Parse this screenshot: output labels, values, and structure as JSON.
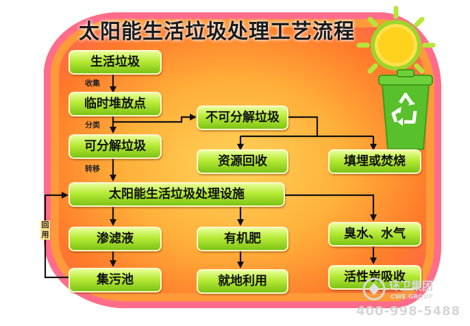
{
  "title": "太阳能生活垃圾处理工艺流程",
  "nodes": {
    "living_garbage": "生活垃圾",
    "temp_pile": "临时堆放点",
    "decomposable": "可分解垃圾",
    "non_decomposable": "不可分解垃圾",
    "resource_recovery": "资源回收",
    "landfill_or_incinerate": "填埋或焚烧",
    "solar_facility": "太阳能生活垃圾处理设施",
    "leachate": "渗滤液",
    "organic_fertilizer": "有机肥",
    "odor_water_gas": "臭水、水气",
    "sewage_pool": "集污池",
    "local_use": "就地利用",
    "activated_carbon": "活性炭吸收"
  },
  "edge_labels": {
    "collect": "收集",
    "classify": "分类",
    "transfer": "转移",
    "reuse": "回用"
  },
  "icons": {
    "recycle_bin": "recycle-bin-icon",
    "sun": "sun-icon"
  },
  "watermark": {
    "text": "环卫集团",
    "sub": "CWE GROUP",
    "phone": "400-998-5488"
  },
  "colors": {
    "node_fill": "#b6ea35",
    "background_center": "#ffd35a",
    "background_edge": "#ff4f7a",
    "bin_green": "#58c02a"
  }
}
